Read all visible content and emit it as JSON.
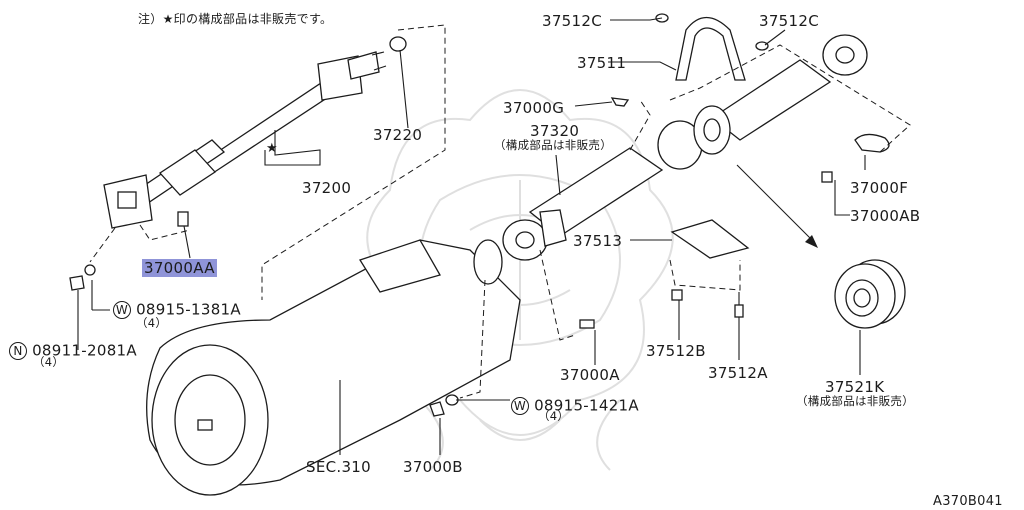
{
  "note": "注）★印の構成部品は非販売です。",
  "diagram_id": "A370B041",
  "colors": {
    "line": "#1c1c1c",
    "highlight": "#8f94d8",
    "watermark": "#d8d8d8",
    "background": "#ffffff"
  },
  "labels": {
    "p37512C_left": "37512C",
    "p37512C_right": "37512C",
    "p37511": "37511",
    "p37000G": "37000G",
    "p37320": "37320",
    "p37320_note": "（構成部品は非販売）",
    "p37220": "37220",
    "p37200": "37200",
    "star": "★",
    "p37000F": "37000F",
    "p37000AB": "37000AB",
    "p37000AA": "37000AA",
    "p37513": "37513",
    "w08915_1381A": "08915-1381A",
    "w08915_1381A_qty": "（4）",
    "n08911_2081A": "08911-2081A",
    "n08911_2081A_qty": "（4）",
    "p37512B": "37512B",
    "p37000A": "37000A",
    "p37512A": "37512A",
    "p37521K": "37521K",
    "p37521K_note": "（構成部品は非販売）",
    "w08915_1421A": "08915-1421A",
    "w08915_1421A_qty": "（4）",
    "sec310": "SEC.310",
    "p37000B": "37000B",
    "w_symbol": "W",
    "n_symbol": "N"
  }
}
